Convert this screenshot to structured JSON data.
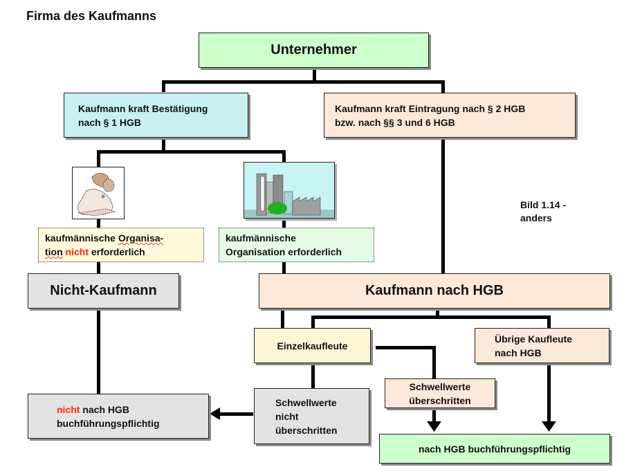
{
  "title": "Firma des Kaufmanns",
  "note": {
    "line1": "Bild 1.14 -",
    "line2": "anders"
  },
  "colors": {
    "green": "#ccffcc",
    "cyan": "#c9f1f1",
    "peach": "#fde9d9",
    "cream": "#fffbe0",
    "mint": "#e6fbe6",
    "gray": "#e3e3e3",
    "light_yellow": "#fff9dd",
    "accent_red": "#ff2a00"
  },
  "nodes": {
    "unternehmer": "Unternehmer",
    "bestaetigung": {
      "line1": "Kaufmann kraft Bestätigung",
      "line2": "nach § 1 HGB"
    },
    "eintragung": {
      "line1": "Kaufmann kraft Eintragung nach § 2 HGB",
      "line2": "bzw. nach §§ 3 und 6 HGB"
    },
    "org_nicht": {
      "line1a": "kaufmännische ",
      "line1b": "Organisa-",
      "line2a": "tion",
      "line2b": "nicht",
      "line2c": " erforderlich"
    },
    "org_erf": {
      "line1": "kaufmännische",
      "line2": "Organisation erforderlich"
    },
    "nicht_kaufmann": "Nicht-Kaufmann",
    "kaufmann_hgb": "Kaufmann nach HGB",
    "einzelkaufleute": "Einzelkaufleute",
    "uebrige": {
      "line1": "Übrige Kaufleute",
      "line2": "nach HGB"
    },
    "schwell_ueber": {
      "line1": "Schwellwerte",
      "line2": "überschritten"
    },
    "schwell_nicht": {
      "line1": "Schwellwerte",
      "line2": "nicht",
      "line3": "überschritten"
    },
    "nicht_pflichtig": {
      "red": "nicht",
      "rest": " nach HGB",
      "line2": "buchführungspflichtig"
    },
    "pflichtig": "nach HGB buchführungspflichtig"
  },
  "images": {
    "left": "person-writing-clipart",
    "right": "city-buildings-clipart"
  }
}
